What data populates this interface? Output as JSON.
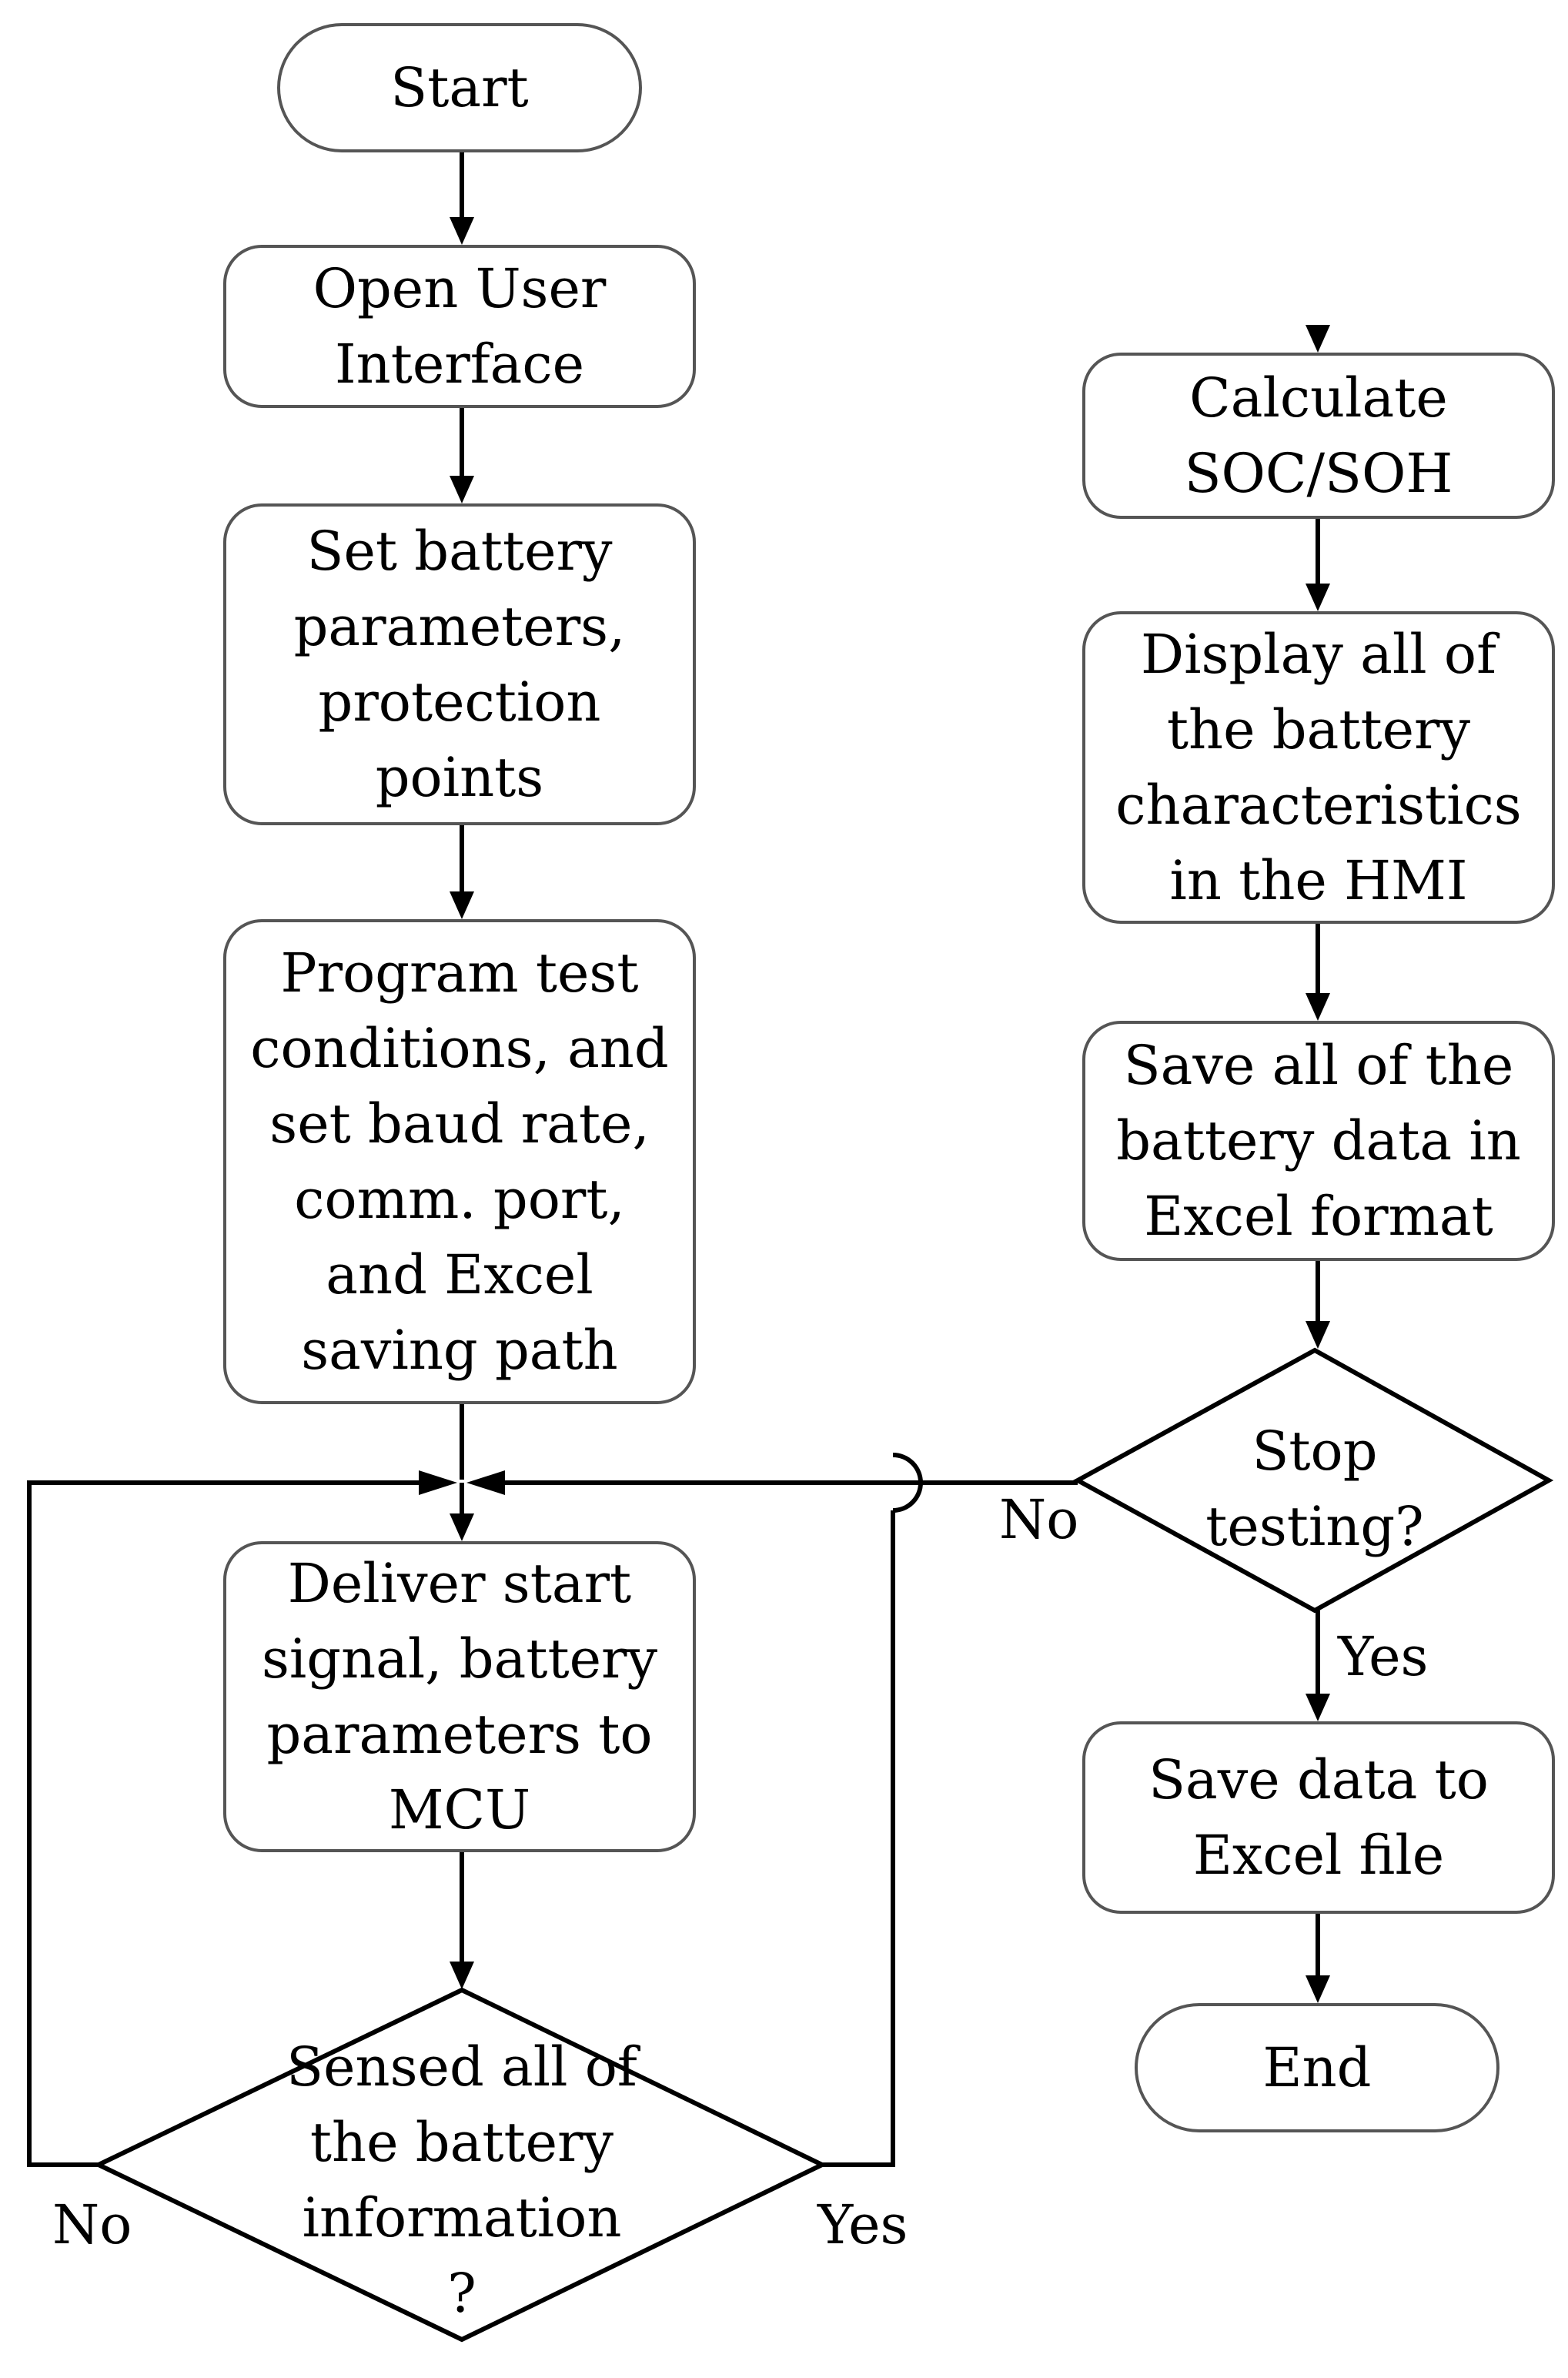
{
  "diagram": {
    "nodes": {
      "start": "Start",
      "open_ui": [
        "Open User",
        "Interface"
      ],
      "set_params": [
        "Set battery",
        "parameters,",
        "protection",
        "points"
      ],
      "program": [
        "Program test",
        "conditions, and",
        "set baud rate,",
        "comm. port,",
        "and Excel",
        "saving path"
      ],
      "deliver": [
        "Deliver start",
        "signal, battery",
        "parameters to",
        "MCU"
      ],
      "sensed": [
        "Sensed all of",
        "the battery",
        "information",
        "?"
      ],
      "calculate": [
        "Calculate",
        "SOC/SOH"
      ],
      "display": [
        "Display all of",
        "the battery",
        "characteristics",
        "in the HMI"
      ],
      "save_all": [
        "Save all of the",
        "battery data in",
        "Excel format"
      ],
      "stop": [
        "Stop",
        "testing?"
      ],
      "save_file": [
        "Save data to",
        "Excel file"
      ],
      "end": "End"
    },
    "labels": {
      "sensed_no": "No",
      "sensed_yes": "Yes",
      "stop_no": "No",
      "stop_yes": "Yes"
    }
  }
}
